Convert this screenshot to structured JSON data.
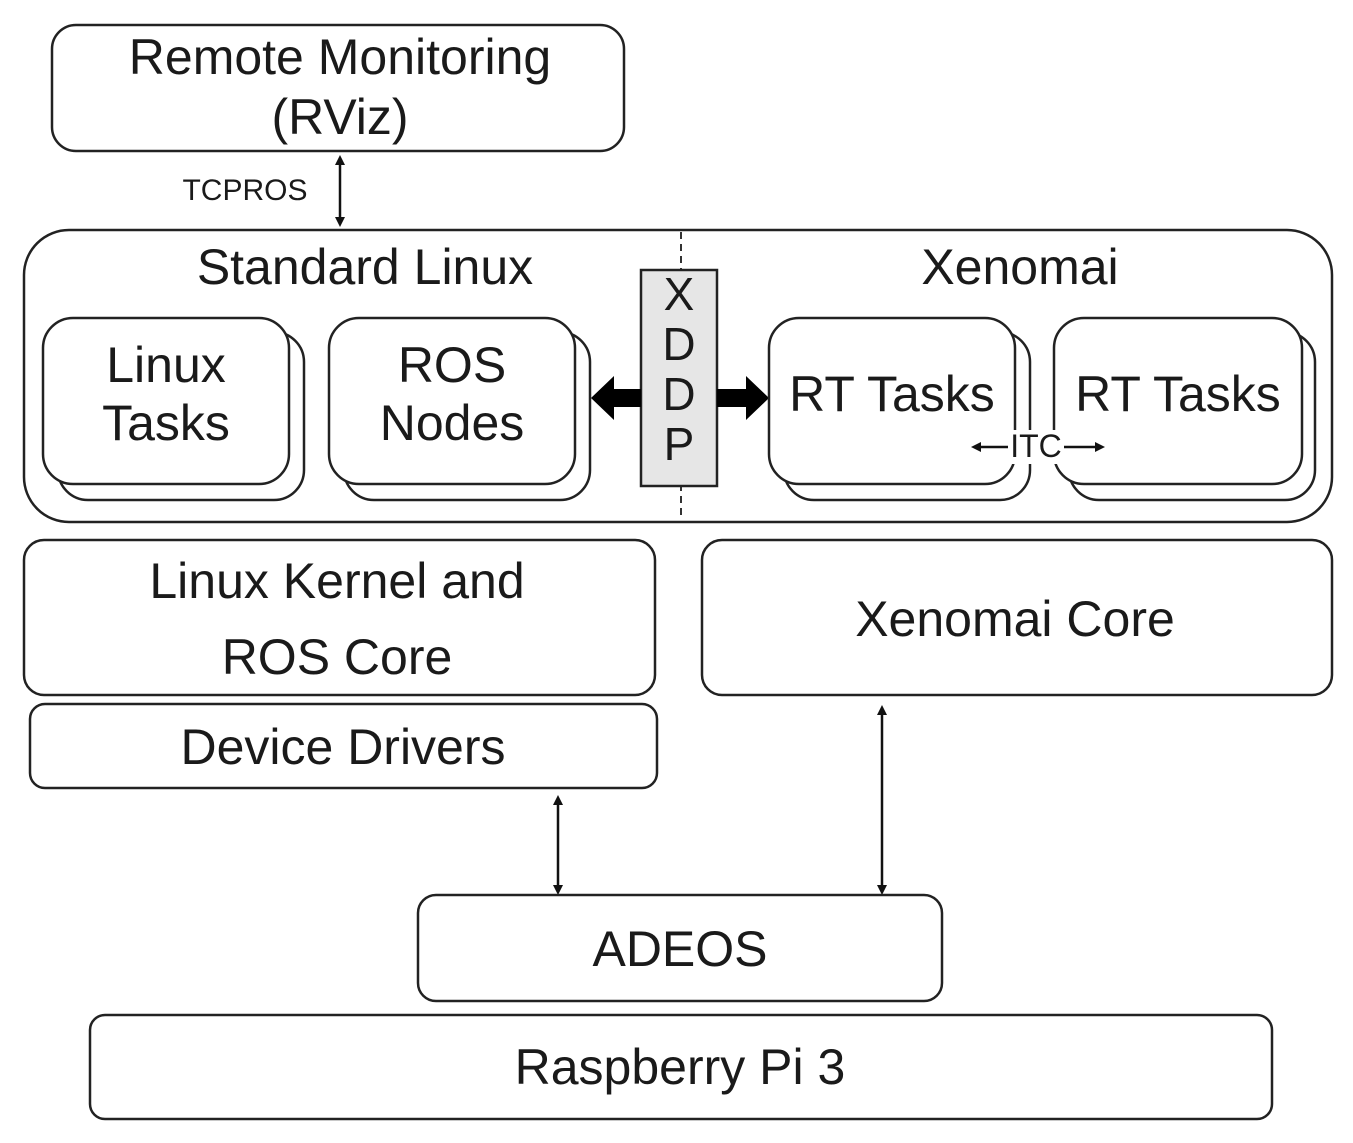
{
  "diagram": {
    "remote_monitoring": {
      "line1": "Remote Monitoring",
      "line2": "(RViz)"
    },
    "tcpros_label": "TCPROS",
    "standard_linux": "Standard Linux",
    "xenomai": "Xenomai",
    "linux_tasks": {
      "line1": "Linux",
      "line2": "Tasks"
    },
    "ros_nodes": {
      "line1": "ROS",
      "line2": "Nodes"
    },
    "xddp": [
      "X",
      "D",
      "D",
      "P"
    ],
    "rt_tasks_1": "RT Tasks",
    "rt_tasks_2": "RT Tasks",
    "itc_label": "ITC",
    "linux_kernel": {
      "line1": "Linux Kernel and",
      "line2": "ROS Core"
    },
    "xenomai_core": "Xenomai Core",
    "device_drivers": "Device Drivers",
    "adeos": "ADEOS",
    "raspberry_pi": "Raspberry Pi 3"
  },
  "colors": {
    "stroke": "#222222",
    "xddp_fill": "#e6e6e6",
    "text": "#1a1a1a"
  }
}
